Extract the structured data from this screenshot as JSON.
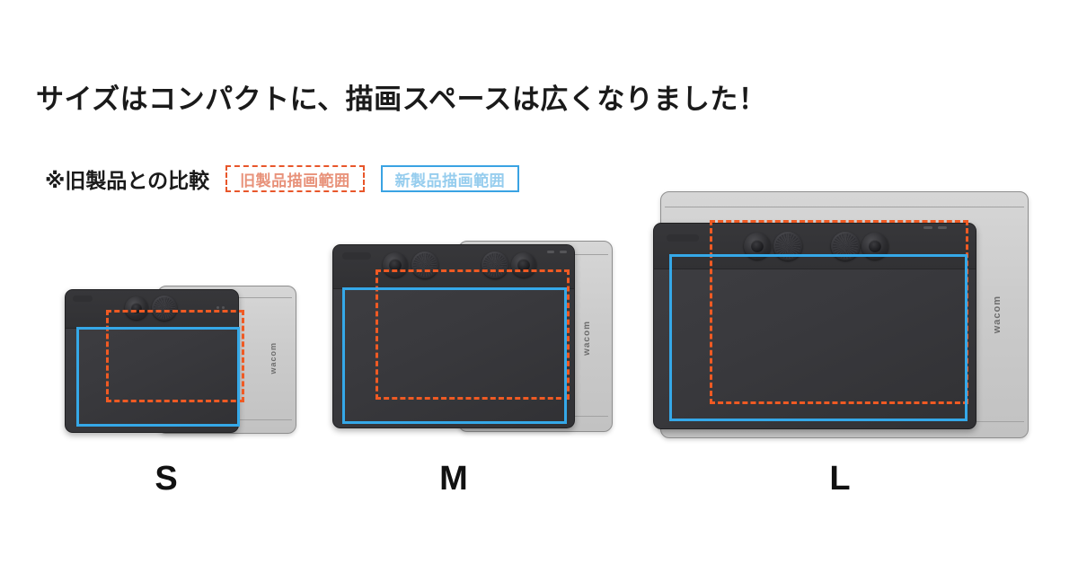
{
  "page": {
    "background": "#ffffff",
    "title": "サイズはコンパクトに、描画スペースは広くなりました！"
  },
  "legend": {
    "note": "※旧製品との比較",
    "old_label": "旧製品描画範囲",
    "new_label": "新製品描画範囲",
    "old_color": "#f05a23",
    "new_color": "#35a8e8",
    "old_text_color": "#e8927a",
    "new_text_color": "#96cdee"
  },
  "brand": {
    "wordmark": "wacom"
  },
  "tablets": [
    {
      "size_label": "S",
      "knob_count": 2,
      "knobs": [
        "ring-button",
        "dial-knob"
      ]
    },
    {
      "size_label": "M",
      "knob_count": 4,
      "knobs": [
        "ring-button",
        "dial-knob",
        "dial-knob",
        "ring-button"
      ]
    },
    {
      "size_label": "L",
      "knob_count": 4,
      "knobs": [
        "ring-button",
        "dial-knob",
        "dial-knob",
        "ring-button"
      ]
    }
  ],
  "colors": {
    "tablet_black": "#37373a",
    "tablet_surface": "#3a3a3d",
    "tablet_gray": "#c8c8c8",
    "text_dark": "#1a1a1a"
  }
}
